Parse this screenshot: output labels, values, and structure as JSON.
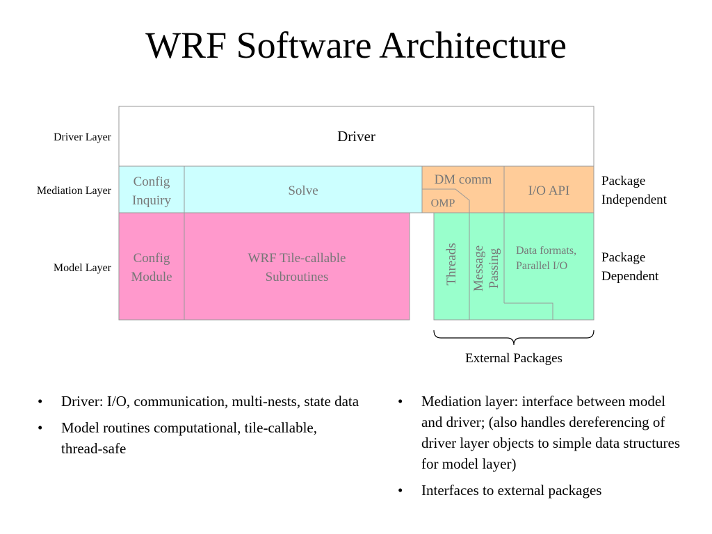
{
  "title": "WRF Software Architecture",
  "layers": {
    "driver": "Driver Layer",
    "mediation": "Mediation Layer",
    "model": "Model Layer"
  },
  "boxes": {
    "driver": "Driver",
    "config_inquiry": [
      "Config",
      "Inquiry"
    ],
    "solve": "Solve",
    "dm_comm": "DM comm",
    "omp": "OMP",
    "io_api": "I/O API",
    "config_module": [
      "Config",
      "Module"
    ],
    "wrf_tile": [
      "WRF Tile-callable",
      "Subroutines"
    ],
    "threads": "Threads",
    "message_passing": [
      "Message",
      "Passing"
    ],
    "data_formats": [
      "Data formats,",
      "Parallel I/O"
    ]
  },
  "side_labels": {
    "package_independent": [
      "Package",
      "Independent"
    ],
    "package_dependent": [
      "Package",
      "Dependent"
    ],
    "external_packages": "External Packages"
  },
  "bullets_left": [
    "Driver: I/O, communication, multi-nests, state data",
    "Model routines computational, tile-callable, thread-safe"
  ],
  "bullets_right": [
    "Mediation layer: interface between model and driver; (also handles dereferencing of driver layer objects to simple data structures for model layer)",
    "Interfaces to external packages"
  ],
  "bullet_char": "•",
  "colors": {
    "mediation": "#ccffff",
    "dm_io": "#ffcc99",
    "model": "#ff99cc",
    "external": "#99ffcc",
    "border": "#999999"
  }
}
